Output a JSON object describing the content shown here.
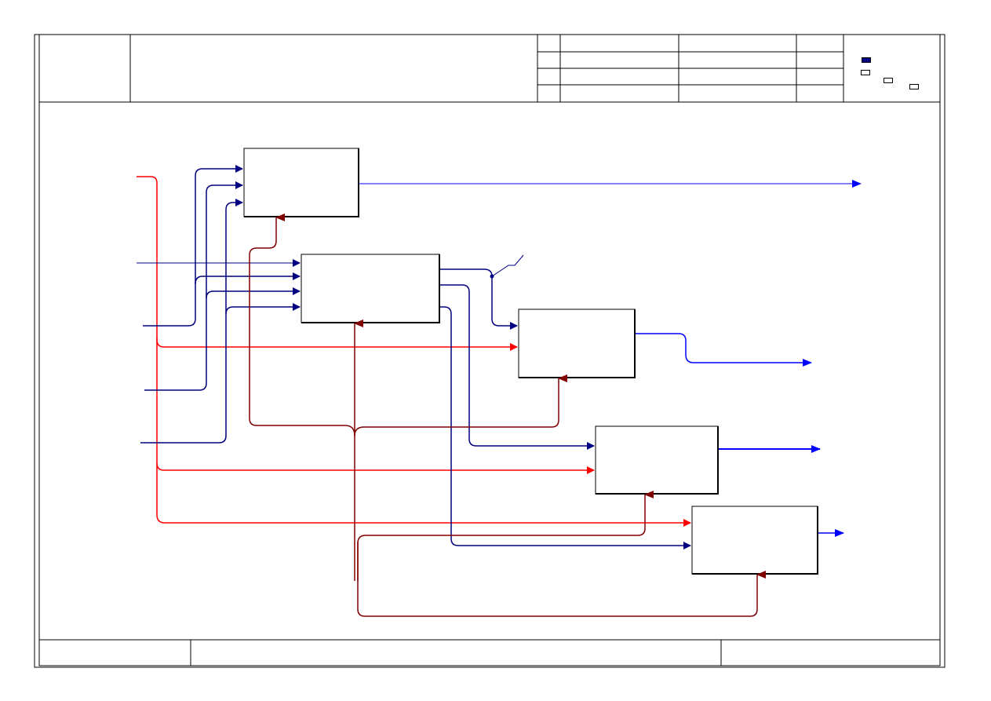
{
  "colors": {
    "frame": "#000000",
    "control": "#800000",
    "input_red": "#ff0000",
    "input_navy": "#000080",
    "output_blue": "#0000ff",
    "legend_filled": "#000080"
  },
  "frame": {
    "header": {
      "node_cell": "",
      "title_cell": "",
      "revision_rows": [
        {
          "num": "",
          "author": "",
          "date": "",
          "status": ""
        },
        {
          "num": "",
          "author": "",
          "date": "",
          "status": ""
        },
        {
          "num": "",
          "author": "",
          "date": "",
          "status": ""
        },
        {
          "num": "",
          "author": "",
          "date": "",
          "status": ""
        }
      ],
      "legend": [
        {
          "label": "",
          "filled": true
        },
        {
          "label": "",
          "filled": false
        },
        {
          "label": "",
          "filled": false
        },
        {
          "label": "",
          "filled": false
        }
      ]
    },
    "footer": {
      "node": "",
      "title": "",
      "number": ""
    }
  },
  "activities": [
    {
      "id": "A1",
      "label": ""
    },
    {
      "id": "A2",
      "label": ""
    },
    {
      "id": "A3",
      "label": ""
    },
    {
      "id": "A4",
      "label": ""
    },
    {
      "id": "A5",
      "label": ""
    }
  ]
}
